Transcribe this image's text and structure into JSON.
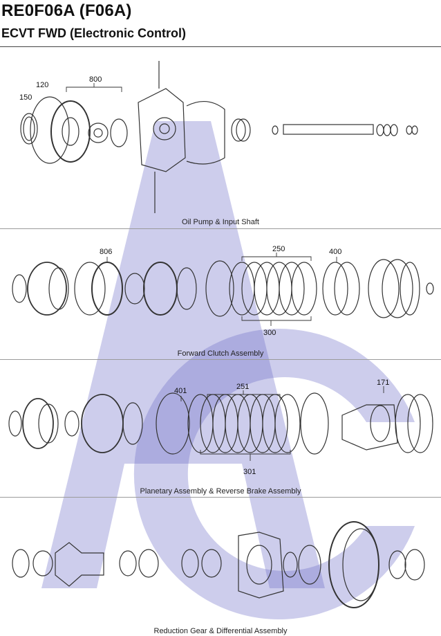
{
  "header": {
    "title": "RE0F06A (F06A)",
    "subtitle": "ECVT FWD (Electronic Control)"
  },
  "sections": [
    {
      "caption": "Oil Pump & Input Shaft",
      "callouts": [
        "150",
        "120",
        "800"
      ]
    },
    {
      "caption": "Forward Clutch Assembly",
      "callouts": [
        "806",
        "250",
        "400",
        "300"
      ]
    },
    {
      "caption": "Planetary Assembly & Reverse Brake Assembly",
      "callouts": [
        "401",
        "251",
        "171",
        "301"
      ]
    },
    {
      "caption": "Reduction Gear & Differential Assembly",
      "callouts": []
    }
  ],
  "colors": {
    "watermark": "#7f7fd0",
    "line": "#333333"
  }
}
